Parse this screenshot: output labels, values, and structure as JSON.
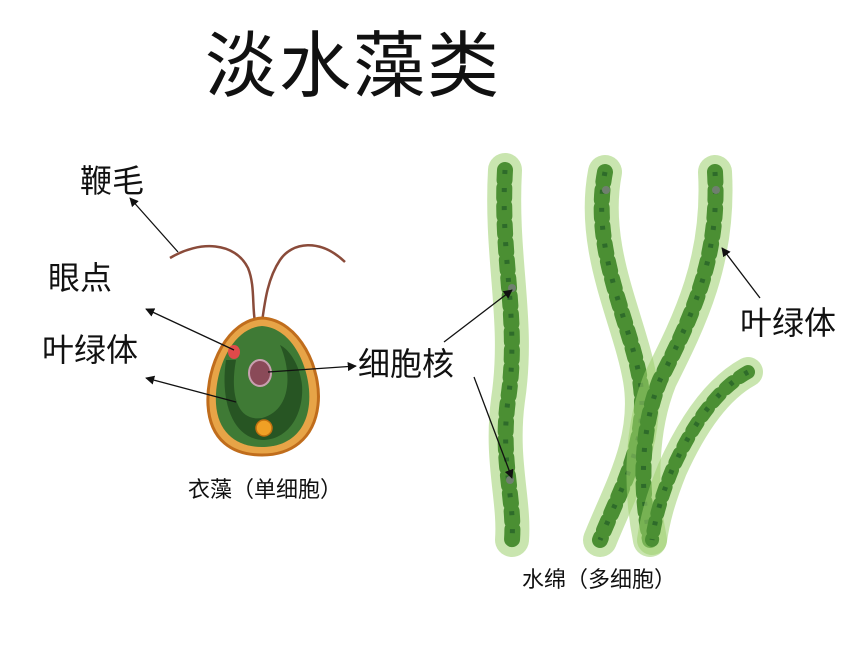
{
  "title": "淡水藻类",
  "labels": {
    "flagellum": "鞭毛",
    "eyespot": "眼点",
    "chloroplast_left": "叶绿体",
    "nucleus": "细胞核",
    "chloroplast_right": "叶绿体"
  },
  "captions": {
    "chlamydomonas": "衣藻（单细胞）",
    "spirogyra": "水绵（多细胞）"
  },
  "colors": {
    "filament_green": "#7cbf4e",
    "chloroplast_dark": "#2e6b2a",
    "cell_wall_orange": "#d8852c",
    "cell_inner_green": "#3f7a35"
  }
}
